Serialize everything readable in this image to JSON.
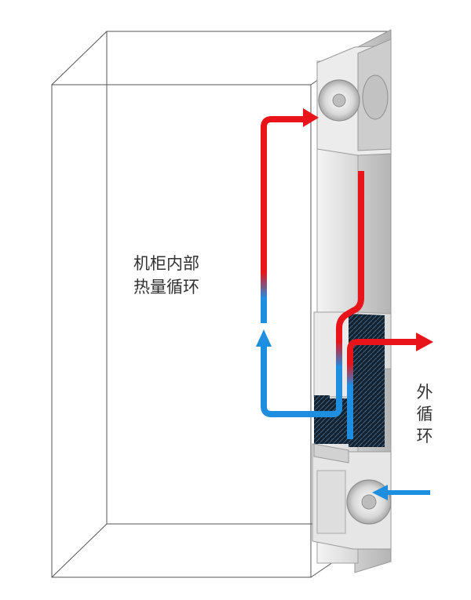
{
  "labels": {
    "inner_line1": "机柜内部",
    "inner_line2": "热量循环",
    "outer": "外循环"
  },
  "colors": {
    "hot": "#e8141a",
    "cold": "#1e8fe0",
    "outline": "#555555",
    "unit_panel": "#e8e8e8",
    "heat_core": "#1c2c3c"
  },
  "icons": [
    "top-fan-icon",
    "bottom-fan-icon",
    "heat-exchanger-core"
  ]
}
